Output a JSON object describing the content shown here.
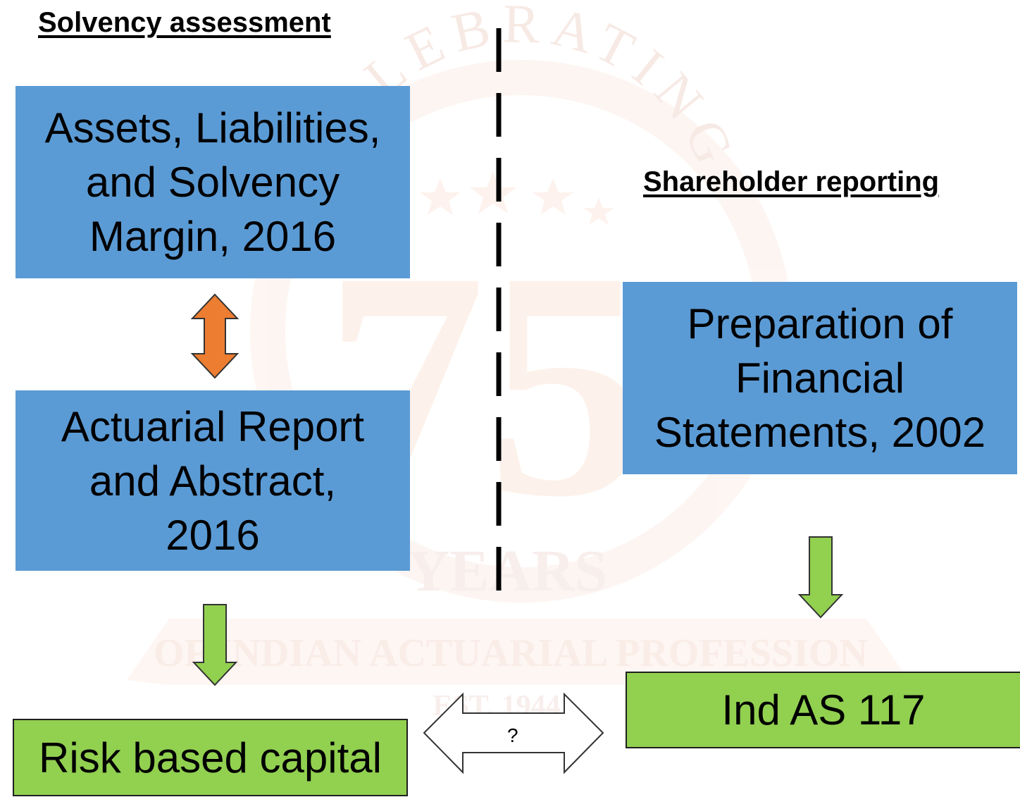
{
  "left_heading": "Solvency assessment",
  "right_heading": "Shareholder reporting",
  "boxes": {
    "assets": "Assets, Liabilities, and Solvency Margin, 2016",
    "actuarial": "Actuarial Report and Abstract, 2016",
    "preparation": "Preparation of Financial Statements, 2002",
    "risk": "Risk based capital",
    "indas": "Ind AS 117"
  },
  "connector_label": "?",
  "watermark": {
    "arc_text": "CELEBRATING",
    "number": "75",
    "years": "YEARS",
    "banner": "OF INDIAN ACTUARIAL PROFESSION",
    "est": "EST. 1944"
  },
  "colors": {
    "blue_box": "#5b9bd5",
    "green_box": "#92d050",
    "orange_arrow": "#ed7d31",
    "green_arrow": "#92d050",
    "watermark": "#f6e6df"
  }
}
